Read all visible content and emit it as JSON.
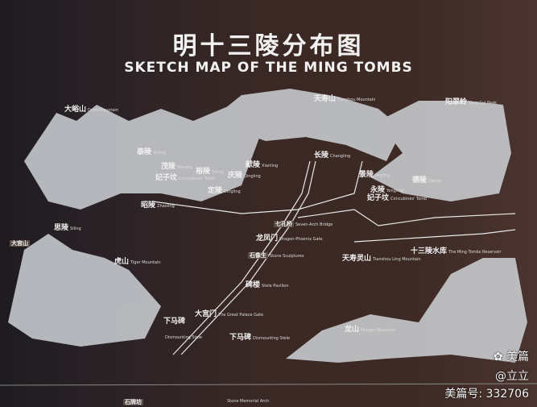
{
  "title_cn": "明十三陵分布图",
  "title_en": "SKETCH MAP OF THE MING TOMBS",
  "labels": [
    {
      "cn": "大峪山",
      "en": "Dayu Mountain"
    },
    {
      "cn": "天寿山",
      "en": "Tianshou Mountain"
    },
    {
      "cn": "阳翠岭",
      "en": "Yang Cui Peak"
    },
    {
      "cn": "泰陵",
      "en": "Tailing"
    },
    {
      "cn": "茂陵",
      "en": "Maoling"
    },
    {
      "cn": "裕陵",
      "en": "Yuling"
    },
    {
      "cn": "献陵",
      "en": "Xianling"
    },
    {
      "cn": "庆陵",
      "en": "Qingling"
    },
    {
      "cn": "妃子坟",
      "en": "Concubines' Tomb"
    },
    {
      "cn": "定陵",
      "en": "Dingling"
    },
    {
      "cn": "昭陵",
      "en": "Zhaoling"
    },
    {
      "cn": "思陵",
      "en": "Siling"
    },
    {
      "cn": "长陵",
      "en": "Changling"
    },
    {
      "cn": "景陵",
      "en": "Jingling"
    },
    {
      "cn": "永陵",
      "en": "Yongling"
    },
    {
      "cn": "妃子坟",
      "en": "Concubines' Tomb"
    },
    {
      "cn": "德陵",
      "en": "Deling"
    },
    {
      "cn": "七孔桥",
      "en": "Seven-Arch Bridge"
    },
    {
      "cn": "龙凤门",
      "en": "Dragon-Phoenix Gate"
    },
    {
      "cn": "石像生",
      "en": "Stone Sculptures"
    },
    {
      "cn": "天寿灵山",
      "en": "Tianshou Ling Mountain"
    },
    {
      "cn": "十三陵水库",
      "en": "The Ming Tombs Reservoir"
    },
    {
      "cn": "大宫山",
      "en": ""
    },
    {
      "cn": "虎山",
      "en": "Tiger Mountain"
    },
    {
      "cn": "碑楼",
      "en": "Stele Pavilion"
    },
    {
      "cn": "大宫门",
      "en": "The Great Palace Gate"
    },
    {
      "cn": "下马碑",
      "en": "Dismounting Stele"
    },
    {
      "cn": "下马碑",
      "en": "Dismounting Stele"
    },
    {
      "cn": "石牌坊",
      "en": ""
    },
    {
      "cn": "",
      "en": "Stone Memorial Arch"
    },
    {
      "cn": "龙山",
      "en": "Dragon Mountain"
    }
  ],
  "watermark": {
    "brand": "美篇",
    "user": "@立立",
    "id": "美篇号: 332706"
  }
}
